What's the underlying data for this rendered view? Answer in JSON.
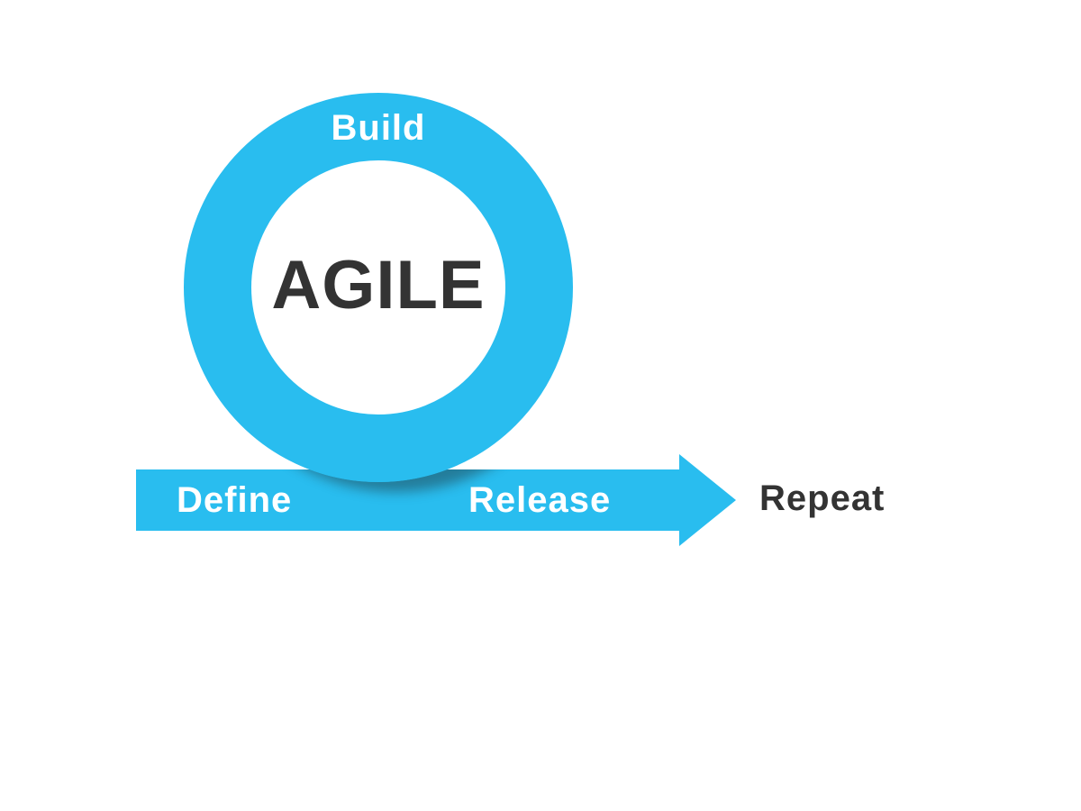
{
  "diagram": {
    "title": "AGILE",
    "loop_label_top": "Build",
    "arrow_labels": {
      "left": "Define",
      "right": "Release"
    },
    "end_label": "Repeat",
    "colors": {
      "accent": "#29bdef",
      "text_dark": "#333333",
      "text_light": "#ffffff"
    }
  }
}
